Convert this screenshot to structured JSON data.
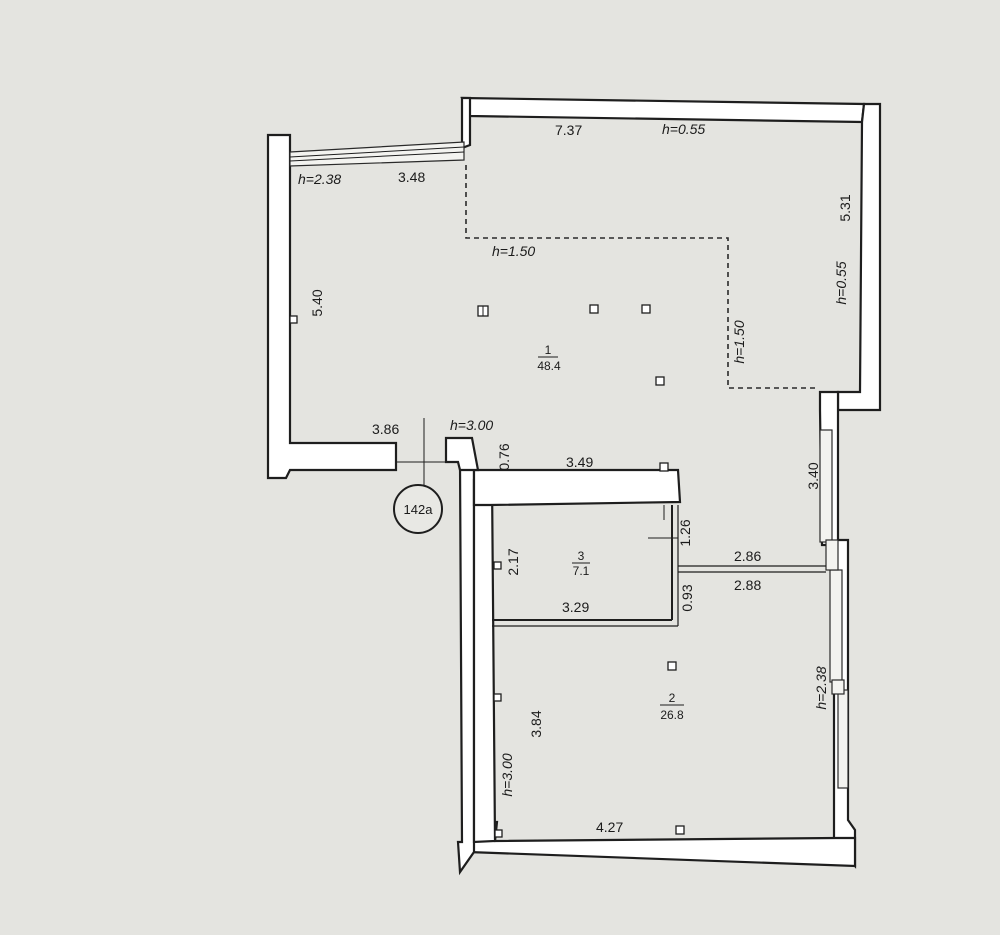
{
  "plan": {
    "rooms": [
      {
        "number": "1",
        "area": "48.4"
      },
      {
        "number": "2",
        "area": "26.8"
      },
      {
        "number": "3",
        "area": "7.1"
      }
    ],
    "dimensions": {
      "d737": "7.37",
      "d348": "3.48",
      "d531": "5.31",
      "d540": "5.40",
      "d386": "3.86",
      "d076": "0.76",
      "d349": "3.49",
      "d340": "3.40",
      "d126": "1.26",
      "d286": "2.86",
      "d288": "2.88",
      "d217": "2.17",
      "d093": "0.93",
      "d329": "3.29",
      "d384": "3.84",
      "d427": "4.27"
    },
    "heights": {
      "h055_top": "h=0.55",
      "h238_top": "h=2.38",
      "h150_top": "h=1.50",
      "h055_right": "h=0.55",
      "h150_right": "h=1.50",
      "h300_door": "h=3.00",
      "h238_right": "h=2.38",
      "h300_left": "h=3.00"
    },
    "unit_label": "142a"
  }
}
